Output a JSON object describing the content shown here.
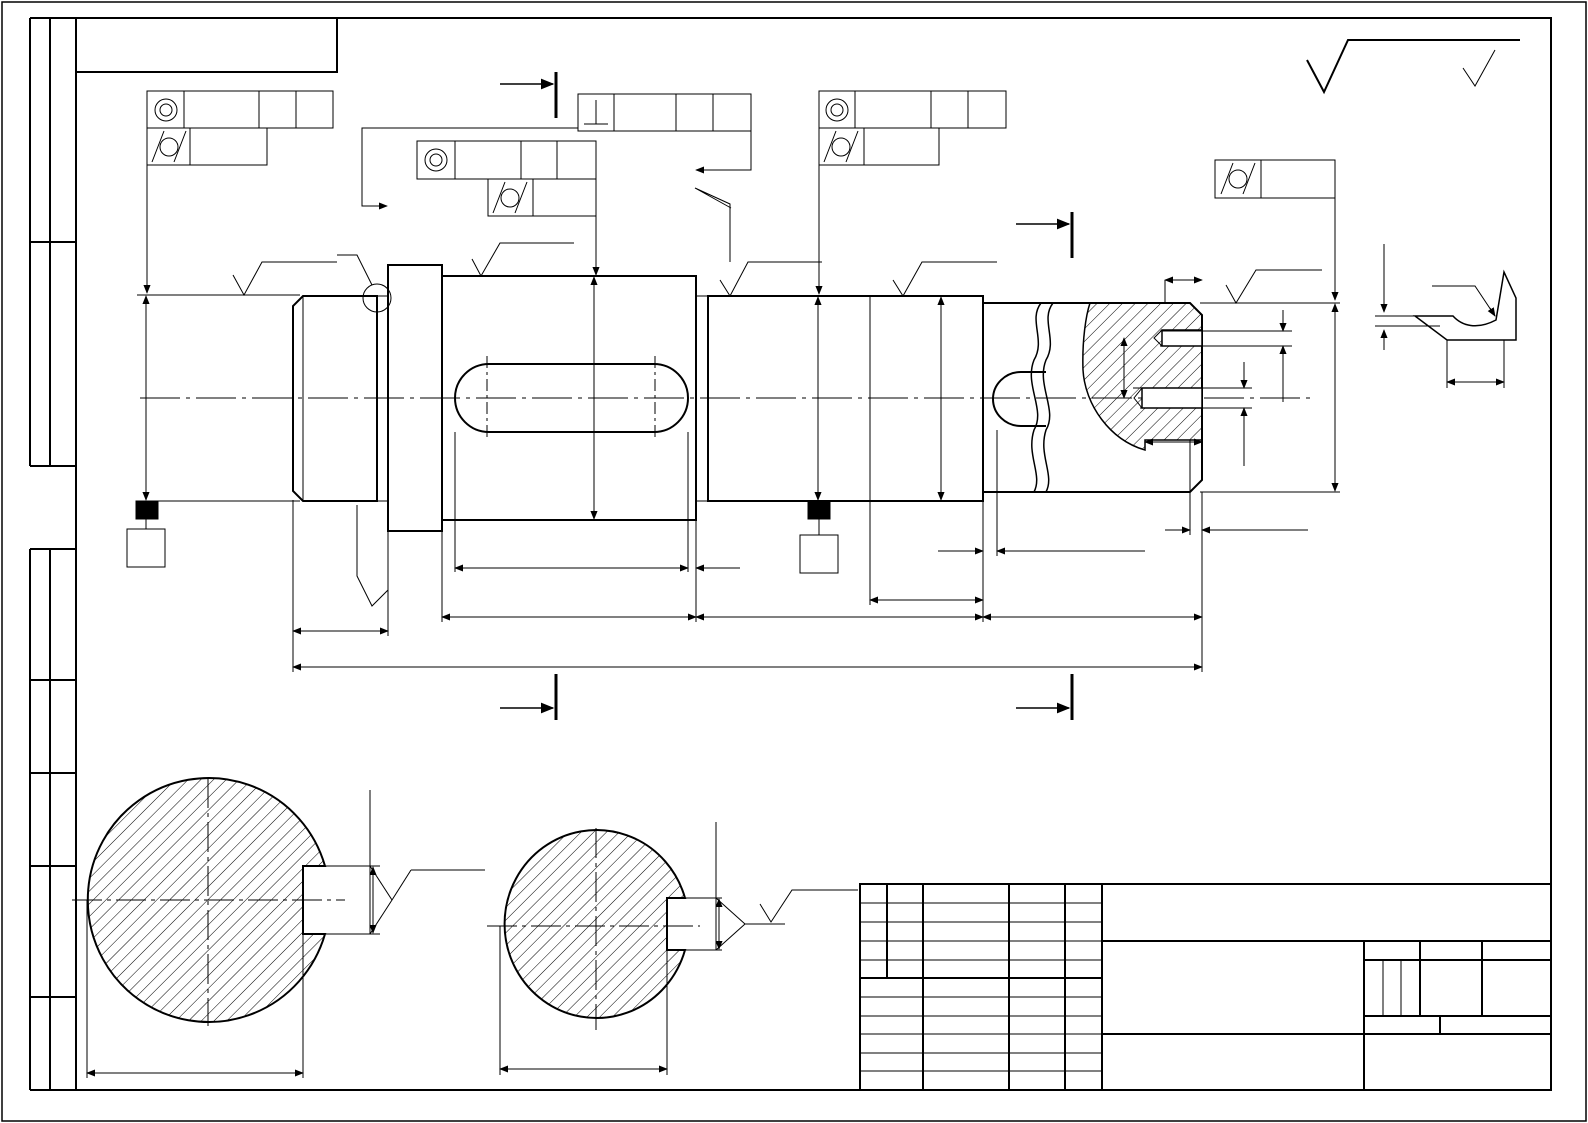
{
  "sheet": {
    "kind": "engineering-drawing",
    "subject": "shaft",
    "background": "#ffffff",
    "line_color": "#000000",
    "hatch": "diagonal"
  },
  "views": {
    "main": {
      "name": "main-view"
    },
    "section_1": {
      "name": "section-view-left",
      "hatched": true,
      "has_keyway": true
    },
    "section_2": {
      "name": "section-view-right",
      "hatched": true,
      "has_keyway": true
    },
    "detail": {
      "name": "groove-detail-view"
    }
  },
  "tolerance_frames": [
    {
      "name": "concentricity-frame-left",
      "symbols": [
        "concentricity-icon",
        "cylindricity-icon"
      ]
    },
    {
      "name": "concentricity-frame-middle",
      "symbols": [
        "concentricity-icon",
        "cylindricity-icon"
      ]
    },
    {
      "name": "perpendicularity-frame",
      "symbols": [
        "perpendicularity-icon"
      ]
    },
    {
      "name": "concentricity-frame-right",
      "symbols": [
        "concentricity-icon",
        "cylindricity-icon"
      ]
    },
    {
      "name": "cylindricity-frame-far-right",
      "symbols": [
        "cylindricity-icon"
      ]
    }
  ],
  "title_block": {
    "name": "title-block",
    "text": []
  },
  "section_markers": {
    "count": 4,
    "icon": "section-arrow-icon"
  },
  "roughness_marks": {
    "icon": "roughness-mark-icon",
    "general_mark": true
  }
}
